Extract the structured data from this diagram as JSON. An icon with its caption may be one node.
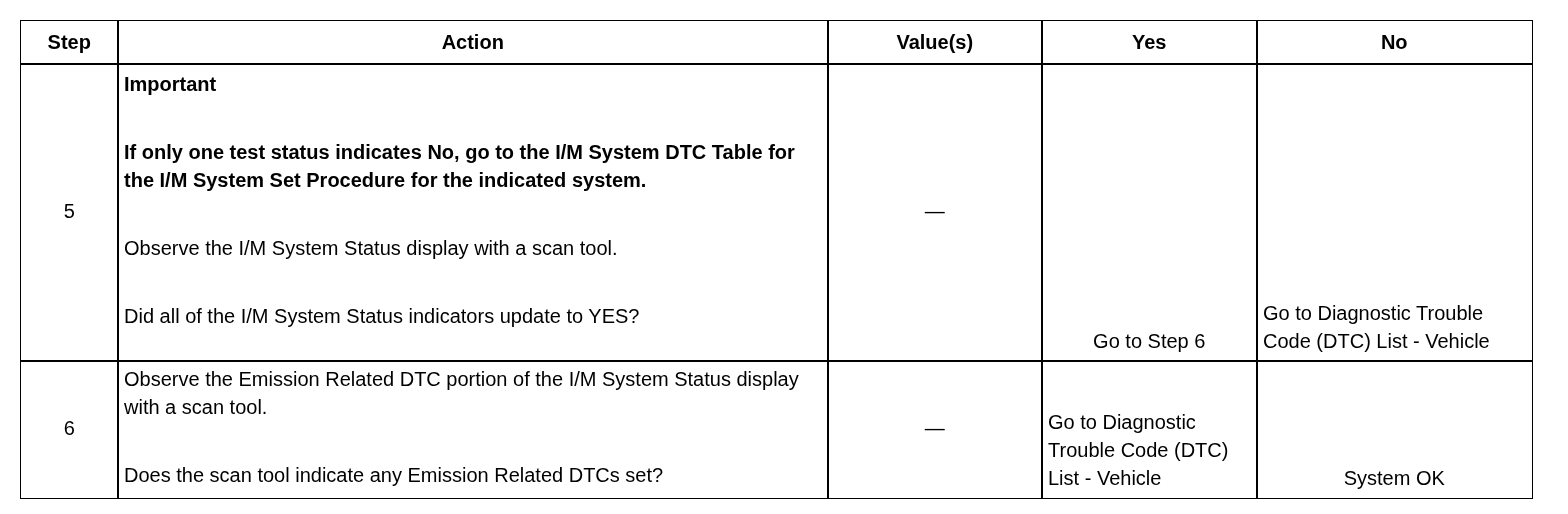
{
  "diagram": {
    "labels": [
      "Step",
      "Action",
      "Value(s)",
      "Yes",
      "No",
      "5",
      "Important",
      "If only one test status indicates No, go to the I/M System DTC Table for the I/M System Set Procedure for the indicated system.",
      "Observe the I/M System Status display with a scan tool.",
      "Did all of the I/M System Status indicators update to YES?",
      "—",
      "Go to Step 6",
      "Go to Diagnostic Trouble Code (DTC) List - Vehicle",
      "6",
      "Observe the Emission Related DTC portion of the I/M System Status display with a scan tool.",
      "Does the scan tool indicate any Emission Related DTCs set?",
      "—",
      "Go to Diagnostic Trouble Code (DTC) List - Vehicle",
      "System OK"
    ]
  }
}
